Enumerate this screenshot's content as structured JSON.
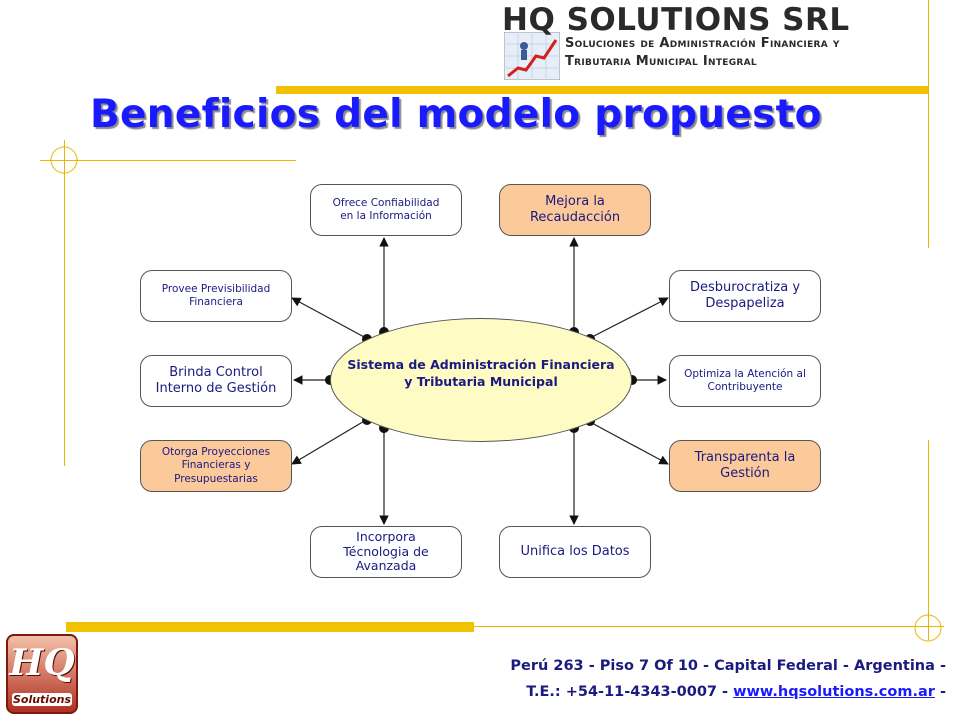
{
  "header": {
    "company": "HQ SOLUTIONS SRL",
    "tagline_line1": "Soluciones de Administración Financiera y",
    "tagline_line2": "Tributaria Municipal Integral"
  },
  "slide": {
    "title": "Beneficios del modelo propuesto"
  },
  "diagram": {
    "center": {
      "line1": "Sistema de Administración Financiera",
      "line2": "y Tributaria Municipal"
    },
    "nodes": {
      "confiabilidad": [
        "Ofrece Confiabilidad",
        "en la Información"
      ],
      "recaudacion": [
        "Mejora la",
        "Recaudacción"
      ],
      "previsibilidad": [
        "Provee Previsibilidad",
        "Financiera"
      ],
      "desburocratiza": [
        "Desburocratiza y",
        "Despapeliza"
      ],
      "control": [
        "Brinda Control",
        "Interno de Gestión"
      ],
      "atencion": [
        "Optimiza la Atención al",
        "Contribuyente"
      ],
      "proyecciones": [
        "Otorga Proyecciones",
        "Financieras y",
        "Presupuestarias"
      ],
      "transparenta": [
        "Transparenta la",
        "Gestión"
      ],
      "tecnologia": [
        "Incorpora",
        "Técnologia de",
        "Avanzada"
      ],
      "datos": [
        "Unifica los Datos"
      ]
    },
    "colors": {
      "orange_fill": "#fcc99a",
      "ellipse_fill": "#fffbc4",
      "text": "#1a1a80",
      "title": "#1a1aff",
      "frame": "#f2c200"
    }
  },
  "footer": {
    "line1": "Perú 263 - Piso 7 Of 10 - Capital Federal - Argentina -",
    "line2_prefix": "T.E.: +54-11-4343-0007 - ",
    "website": "www.hqsolutions.com.ar",
    "line2_suffix": " -",
    "logo_mark": "HQ",
    "logo_word": "Solutions"
  }
}
